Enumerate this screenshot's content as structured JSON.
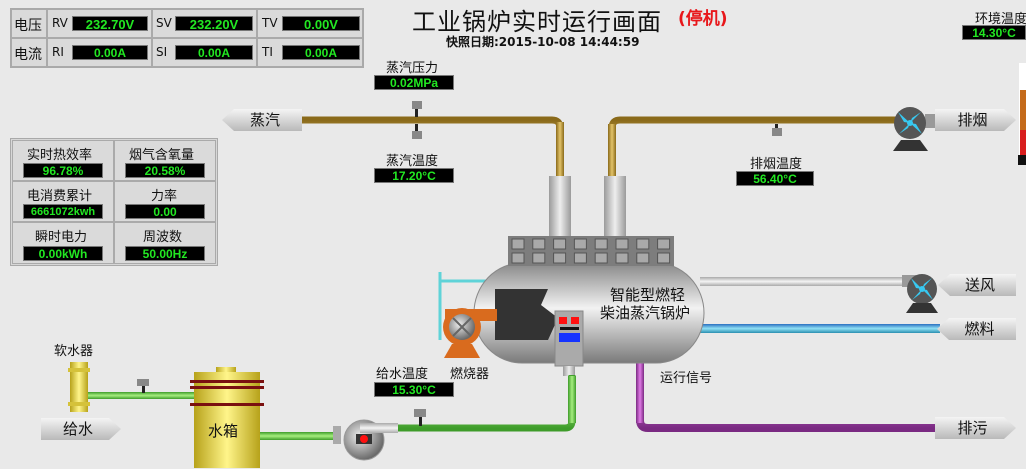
{
  "header": {
    "title": "工业锅炉实时运行画面",
    "status": "(停机)",
    "snapshot": "快照日期:2015-10-08 14:44:59",
    "status_color": "#e8171b"
  },
  "electric_panel": {
    "rows": [
      {
        "label": "电压",
        "cells": [
          {
            "name": "RV",
            "value": "232.70V"
          },
          {
            "name": "SV",
            "value": "232.20V"
          },
          {
            "name": "TV",
            "value": "0.00V"
          }
        ]
      },
      {
        "label": "电流",
        "cells": [
          {
            "name": "RI",
            "value": "0.00A"
          },
          {
            "name": "SI",
            "value": "0.00A"
          },
          {
            "name": "TI",
            "value": "0.00A"
          }
        ]
      }
    ]
  },
  "ambient": {
    "label": "环境温度",
    "value": "14.30°C"
  },
  "stats_panel": {
    "items": [
      {
        "label": "实时热效率",
        "value": "96.78%"
      },
      {
        "label": "烟气含氧量",
        "value": "20.58%"
      },
      {
        "label": "电消费累计",
        "value": "6661072kwh"
      },
      {
        "label": "力率",
        "value": "0.00"
      },
      {
        "label": "瞬时电力",
        "value": "0.00kWh"
      },
      {
        "label": "周波数",
        "value": "50.00Hz"
      }
    ]
  },
  "sensors": {
    "steam_pressure": {
      "label": "蒸汽压力",
      "value": "0.02MPa"
    },
    "steam_temp": {
      "label": "蒸汽温度",
      "value": "17.20°C"
    },
    "exhaust_temp": {
      "label": "排烟温度",
      "value": "56.40°C"
    },
    "feed_water_temp": {
      "label": "给水温度",
      "value": "15.30°C"
    }
  },
  "tags": {
    "steam": "蒸汽",
    "exhaust": "排烟",
    "air_supply": "送风",
    "fuel": "燃料",
    "blowdown": "排污",
    "feed_water": "给水"
  },
  "labels": {
    "boiler_line1": "智能型燃轻",
    "boiler_line2": "柴油蒸汽锅炉",
    "burner": "燃烧器",
    "run_signal": "运行信号",
    "softener": "软水器",
    "water_tank": "水箱"
  },
  "colors": {
    "steam_pipe": "#c9a23a",
    "water_pipe": "#6ccf4a",
    "fuel_pipe": "#3d9ad8",
    "blowdown_pipe": "#b040b8",
    "lcd_text": "#22e822"
  }
}
